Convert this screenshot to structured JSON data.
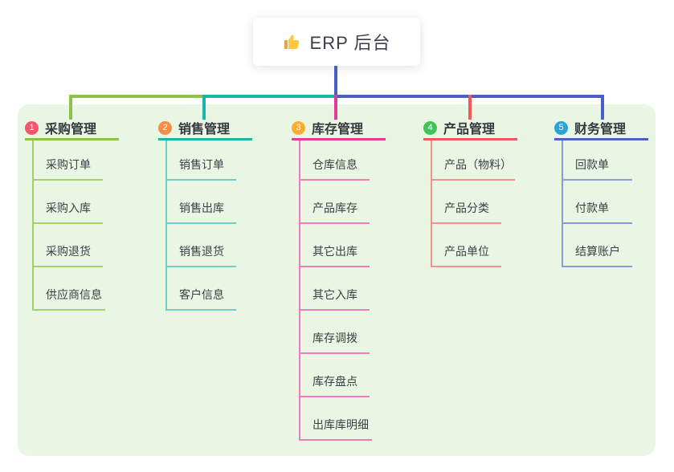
{
  "root": {
    "label": "ERP 后台",
    "icon": "thumbs-up-icon"
  },
  "colors": {
    "canvas_bg": "#FFFFFF",
    "panel_bg": "#E9F6E3",
    "root_stem": "#4A5FC8",
    "text_dark": "#35393F"
  },
  "branches": [
    {
      "badge": "1",
      "label": "采购管理",
      "badge_color": "#F4566E",
      "line_color": "#8BC34A",
      "child_line_color": "#A4CF6E",
      "children": [
        "采购订单",
        "采购入库",
        "采购退货",
        "供应商信息"
      ]
    },
    {
      "badge": "2",
      "label": "销售管理",
      "badge_color": "#FB8C44",
      "line_color": "#1CB5AC",
      "child_line_color": "#6FCFC7",
      "children": [
        "销售订单",
        "销售出库",
        "销售退货",
        "客户信息"
      ]
    },
    {
      "badge": "3",
      "label": "库存管理",
      "badge_color": "#FFAC33",
      "line_color": "#E23C96",
      "child_line_color": "#EF7CB8",
      "children": [
        "仓库信息",
        "产品库存",
        "其它出库",
        "其它入库",
        "库存调拨",
        "库存盘点",
        "出库库明细"
      ]
    },
    {
      "badge": "4",
      "label": "产品管理",
      "badge_color": "#3DC55A",
      "line_color": "#F25A5A",
      "child_line_color": "#F59090",
      "children": [
        "产品（物料）",
        "产品分类",
        "产品单位"
      ]
    },
    {
      "badge": "5",
      "label": "财务管理",
      "badge_color": "#29A3DC",
      "line_color": "#4A5FC8",
      "child_line_color": "#8C9BD8",
      "children": [
        "回款单",
        "付款单",
        "结算账户"
      ]
    }
  ]
}
